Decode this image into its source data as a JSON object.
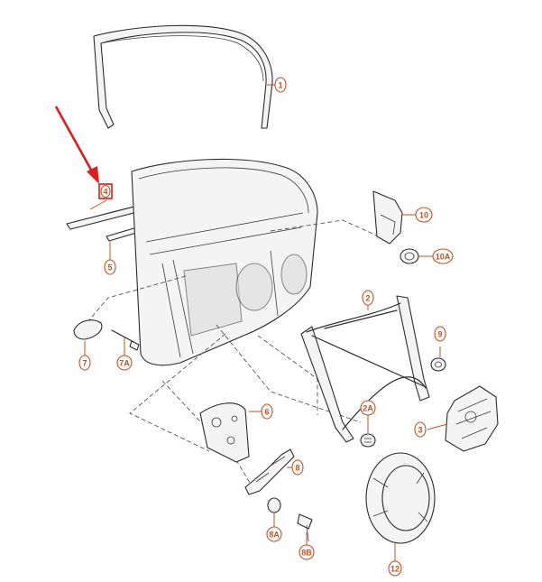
{
  "callouts": {
    "p1": "1",
    "p2": "2",
    "p2a": "2A",
    "p3": "3",
    "p4": "4",
    "p5": "5",
    "p6": "6",
    "p7": "7",
    "p7a": "7A",
    "p8": "8",
    "p8a": "8A",
    "p8b": "8B",
    "p9": "9",
    "p10": "10",
    "p10a": "10A",
    "p12": "12"
  },
  "highlight": {
    "target": "4",
    "color": "#e01b1b"
  },
  "colors": {
    "callout": "#c8501e",
    "line": "#2b2b2b",
    "arrow": "#e01b1b"
  }
}
